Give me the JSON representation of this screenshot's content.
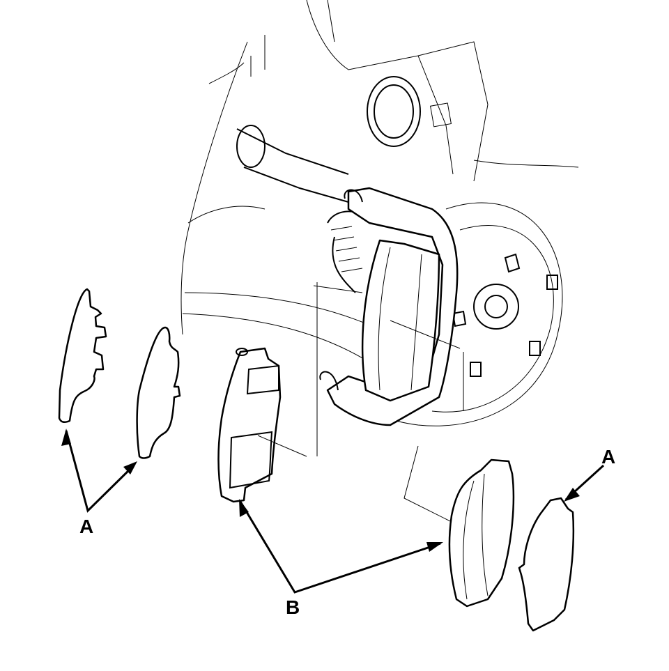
{
  "callouts": {
    "shims_left": "A",
    "shim_right": "A",
    "pads": "B"
  },
  "colors": {
    "line": "#000000",
    "background": "#ffffff"
  }
}
